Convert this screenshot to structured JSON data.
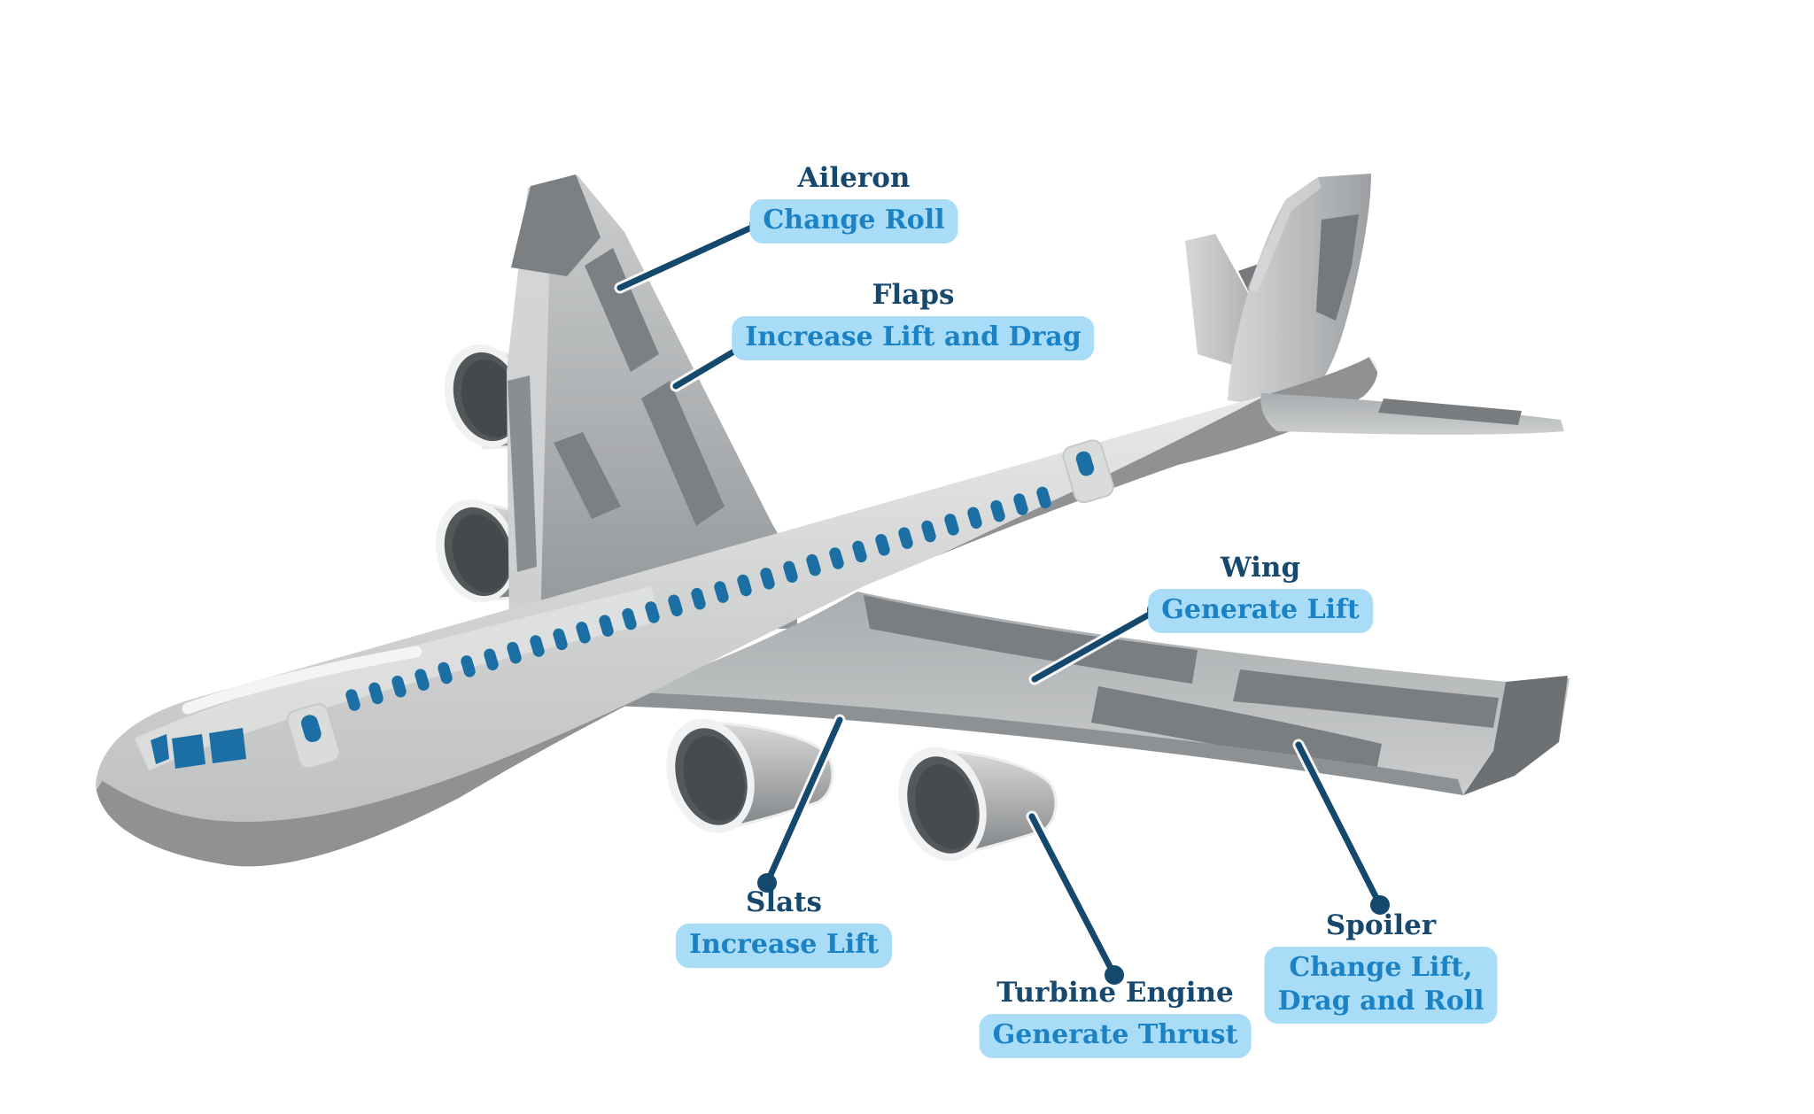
{
  "diagram": {
    "subject": "airplane-parts-functions",
    "labels": {
      "aileron": {
        "title": "Aileron",
        "desc": "Change Roll"
      },
      "flaps": {
        "title": "Flaps",
        "desc": "Increase Lift and Drag"
      },
      "wing": {
        "title": "Wing",
        "desc": "Generate Lift"
      },
      "slats": {
        "title": "Slats",
        "desc": "Increase Lift"
      },
      "turbine": {
        "title": "Turbine Engine",
        "desc": "Generate Thrust"
      },
      "spoiler": {
        "title": "Spoiler",
        "desc_line1": "Change Lift,",
        "desc_line2": "Drag and Roll"
      }
    },
    "colors": {
      "label_title": "#17486e",
      "badge_text": "#1a82c5",
      "badge_background": "#a9ddf7",
      "connector_line": "#14486c",
      "window_blue": "#1c6fa4",
      "fuselage_gray": "#d3d4d4",
      "belly_gray": "#8f9193",
      "detail_gray": "#7b7e81"
    }
  }
}
